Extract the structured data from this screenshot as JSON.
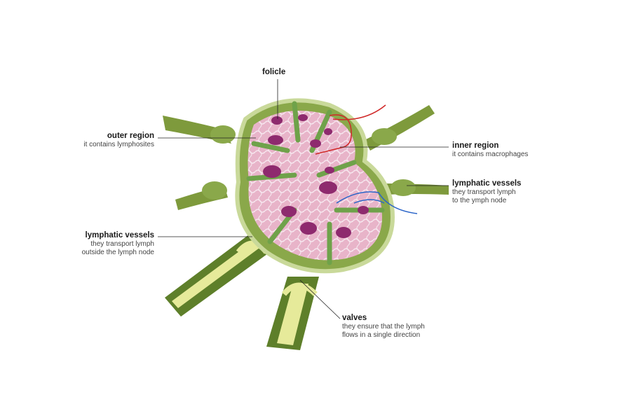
{
  "labels": {
    "follicle": {
      "title": "folicle"
    },
    "outer_region": {
      "title": "outer region",
      "sub": "it contains lymphosites"
    },
    "inner_region": {
      "title": "inner region",
      "sub": "it contains macrophages"
    },
    "lymph_in": {
      "title": "lymphatic vessels",
      "sub1": "they transport lymph",
      "sub2": "to the ymph node"
    },
    "lymph_out": {
      "title": "lymphatic vessels",
      "sub1": "they transport lymph",
      "sub2": "outside the lymph node"
    },
    "valves": {
      "title": "valves",
      "sub1": "they ensure that the lymph",
      "sub2": "flows in a single direction"
    }
  },
  "colors": {
    "capsule": "#8aa84a",
    "capsule_rim": "#c9d99a",
    "tissue": "#e9b7cc",
    "trabecula": "#6fa24a",
    "follicle": "#8e2a6e",
    "artery": "#d02828",
    "vein": "#2a64c8",
    "vessel": "#6f8f35",
    "vessel_inner": "#e6ea9a"
  }
}
